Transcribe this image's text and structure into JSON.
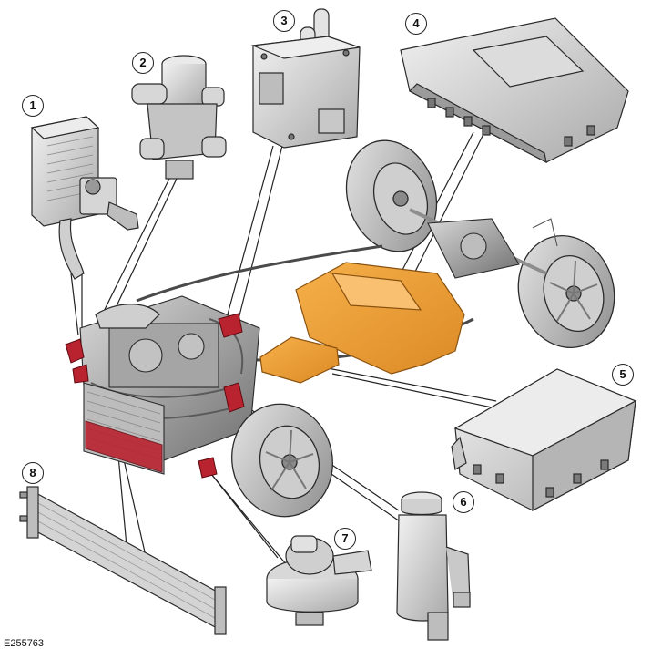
{
  "figure_ref": "E255763",
  "callouts": [
    "1",
    "2",
    "3",
    "4",
    "5",
    "6",
    "7",
    "8"
  ],
  "colors": {
    "highlight_battery": "#f0a23c",
    "highlight_part": "#b8232f",
    "part_gray": "#c9c9c9",
    "outline": "#2a2a2a"
  }
}
